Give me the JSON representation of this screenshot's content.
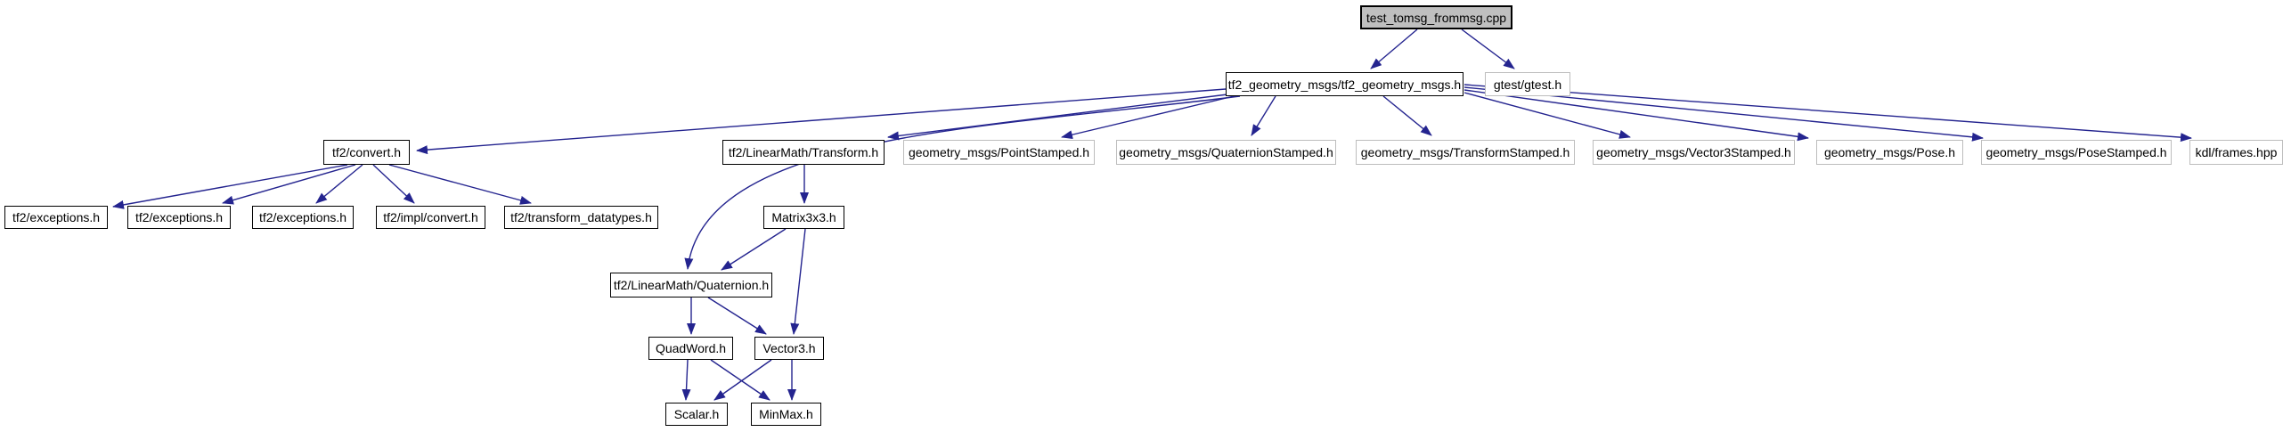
{
  "diagram": {
    "type": "include-dependency-graph",
    "background_color": "#ffffff",
    "edge_color": "#24248f",
    "node_fill": "#ffffff",
    "node_border_color": "#000000",
    "external_node_border_color": "#bdbdbd",
    "highlight_node_fill": "#bfbfbf"
  },
  "nodes": {
    "test_cpp": {
      "label": "test_tomsg_frommsg.cpp",
      "kind": "highlighted-current-file"
    },
    "tf2_geometry_msgs": {
      "label": "tf2_geometry_msgs/tf2_geometry_msgs.h",
      "kind": "linked"
    },
    "gtest": {
      "label": "gtest/gtest.h",
      "kind": "external"
    },
    "convert": {
      "label": "tf2/convert.h",
      "kind": "linked"
    },
    "transform": {
      "label": "tf2/LinearMath/Transform.h",
      "kind": "linked"
    },
    "point_stamped": {
      "label": "geometry_msgs/PointStamped.h",
      "kind": "external"
    },
    "quaternion_stamped": {
      "label": "geometry_msgs/QuaternionStamped.h",
      "kind": "external"
    },
    "transform_stamped": {
      "label": "geometry_msgs/TransformStamped.h",
      "kind": "external"
    },
    "vector3_stamped": {
      "label": "geometry_msgs/Vector3Stamped.h",
      "kind": "external"
    },
    "pose": {
      "label": "geometry_msgs/Pose.h",
      "kind": "external"
    },
    "pose_stamped": {
      "label": "geometry_msgs/PoseStamped.h",
      "kind": "external"
    },
    "kdl_frames": {
      "label": "kdl/frames.hpp",
      "kind": "external"
    },
    "exceptions_1": {
      "label": "tf2/exceptions.h",
      "kind": "linked"
    },
    "exceptions_2": {
      "label": "tf2/exceptions.h",
      "kind": "linked"
    },
    "exceptions_3": {
      "label": "tf2/exceptions.h",
      "kind": "linked"
    },
    "impl_convert": {
      "label": "tf2/impl/convert.h",
      "kind": "linked"
    },
    "transform_datatypes": {
      "label": "tf2/transform_datatypes.h",
      "kind": "linked"
    },
    "matrix3x3": {
      "label": "Matrix3x3.h",
      "kind": "linked"
    },
    "quaternion": {
      "label": "tf2/LinearMath/Quaternion.h",
      "kind": "linked"
    },
    "quadword": {
      "label": "QuadWord.h",
      "kind": "linked"
    },
    "vector3": {
      "label": "Vector3.h",
      "kind": "linked"
    },
    "scalar": {
      "label": "Scalar.h",
      "kind": "linked"
    },
    "minmax": {
      "label": "MinMax.h",
      "kind": "linked"
    }
  },
  "edges": [
    {
      "from": "test_cpp",
      "to": "tf2_geometry_msgs"
    },
    {
      "from": "test_cpp",
      "to": "gtest"
    },
    {
      "from": "tf2_geometry_msgs",
      "to": "convert"
    },
    {
      "from": "tf2_geometry_msgs",
      "to": "transform"
    },
    {
      "from": "tf2_geometry_msgs",
      "to": "point_stamped"
    },
    {
      "from": "tf2_geometry_msgs",
      "to": "quaternion_stamped"
    },
    {
      "from": "tf2_geometry_msgs",
      "to": "transform_stamped"
    },
    {
      "from": "tf2_geometry_msgs",
      "to": "vector3_stamped"
    },
    {
      "from": "tf2_geometry_msgs",
      "to": "pose"
    },
    {
      "from": "tf2_geometry_msgs",
      "to": "pose_stamped"
    },
    {
      "from": "tf2_geometry_msgs",
      "to": "kdl_frames"
    },
    {
      "from": "tf2_geometry_msgs",
      "to": "quaternion"
    },
    {
      "from": "convert",
      "to": "exceptions_1"
    },
    {
      "from": "convert",
      "to": "exceptions_2"
    },
    {
      "from": "convert",
      "to": "exceptions_3"
    },
    {
      "from": "convert",
      "to": "impl_convert"
    },
    {
      "from": "convert",
      "to": "transform_datatypes"
    },
    {
      "from": "transform",
      "to": "matrix3x3"
    },
    {
      "from": "matrix3x3",
      "to": "quaternion"
    },
    {
      "from": "matrix3x3",
      "to": "vector3"
    },
    {
      "from": "quaternion",
      "to": "quadword"
    },
    {
      "from": "quaternion",
      "to": "vector3"
    },
    {
      "from": "quadword",
      "to": "scalar"
    },
    {
      "from": "quadword",
      "to": "minmax"
    },
    {
      "from": "vector3",
      "to": "scalar"
    },
    {
      "from": "vector3",
      "to": "minmax"
    }
  ]
}
